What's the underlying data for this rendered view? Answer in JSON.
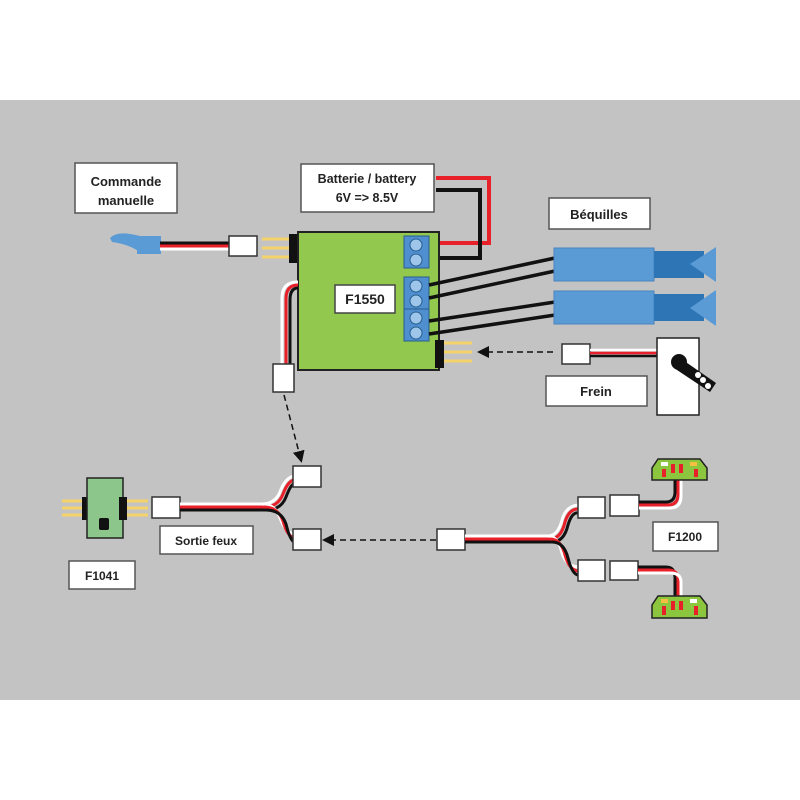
{
  "labels": {
    "commande": [
      "Commande",
      "manuelle"
    ],
    "battery": [
      "Batterie / battery",
      "6V => 8.5V"
    ],
    "main_module": "F1550",
    "bequilles": "Béquilles",
    "frein": "Frein",
    "sortie_feux": "Sortie feux",
    "f1041": "F1041",
    "f1200": "F1200"
  },
  "colors": {
    "background": "#c3c3c3",
    "board_green": "#92c84e",
    "terminal_blue": "#4f8fcf",
    "servo_blue": "#5b9bd5",
    "servo_dark": "#2e75b6",
    "wire_red": "#e8202a",
    "wire_black": "#111111",
    "pin_yellow": "#f5d36b",
    "led_board_green": "#8cc63f"
  }
}
